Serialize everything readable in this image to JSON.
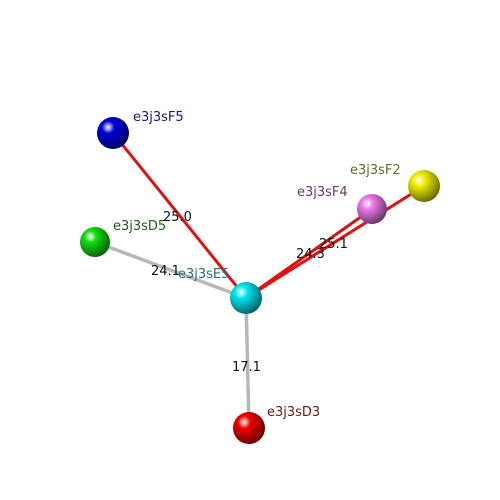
{
  "colors": {
    "background": "#ffffff",
    "bond_highlight": "#dd1111",
    "bond_normal": "#b8b8b8"
  },
  "atoms": [
    {
      "id": "e3j3sE5",
      "label": "e3j3sE5",
      "color": "#00e5ee",
      "label_color": "#2a6f73"
    },
    {
      "id": "e3j3sF5",
      "label": "e3j3sF5",
      "color": "#0000dd",
      "label_color": "#1a1a6a"
    },
    {
      "id": "e3j3sD5",
      "label": "e3j3sD5",
      "color": "#11dd11",
      "label_color": "#1f5a1f"
    },
    {
      "id": "e3j3sF4",
      "label": "e3j3sF4",
      "color": "#ee77ee",
      "label_color": "#6a3a6a"
    },
    {
      "id": "e3j3sF2",
      "label": "e3j3sF2",
      "color": "#eeee00",
      "label_color": "#6a6a2a"
    },
    {
      "id": "e3j3sD3",
      "label": "e3j3sD3",
      "color": "#ee0000",
      "label_color": "#6a1a1a"
    }
  ],
  "distances": [
    {
      "from": "e3j3sE5",
      "to": "e3j3sF5",
      "value": "25.0",
      "style": "highlight"
    },
    {
      "from": "e3j3sE5",
      "to": "e3j3sD5",
      "value": "24.1",
      "style": "normal"
    },
    {
      "from": "e3j3sE5",
      "to": "e3j3sF4",
      "value": "24.3",
      "style": "highlight"
    },
    {
      "from": "e3j3sE5",
      "to": "e3j3sF2",
      "value": "25.1",
      "style": "highlight"
    },
    {
      "from": "e3j3sE5",
      "to": "e3j3sD3",
      "value": "17.1",
      "style": "normal"
    }
  ]
}
